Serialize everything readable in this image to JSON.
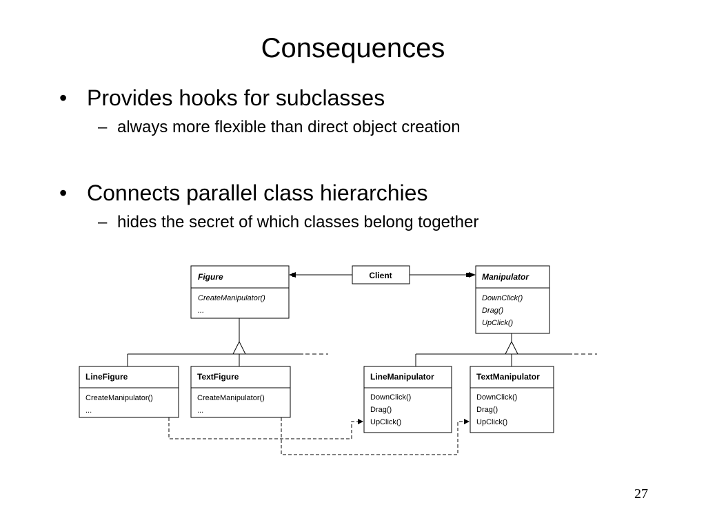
{
  "title": "Consequences",
  "bullets": [
    {
      "text": "Provides hooks for subclasses",
      "sub": "always more flexible than direct object creation"
    },
    {
      "text": "Connects parallel class hierarchies",
      "sub": "hides the secret of which classes belong together"
    }
  ],
  "bullet_marker": "•",
  "sub_marker": "–",
  "diagram": {
    "client": "Client",
    "figure": {
      "name": "Figure",
      "ops": [
        "CreateManipulator()",
        "..."
      ]
    },
    "manipulator": {
      "name": "Manipulator",
      "ops": [
        "DownClick()",
        "Drag()",
        "UpClick()"
      ]
    },
    "line_figure": {
      "name": "LineFigure",
      "ops": [
        "CreateManipulator()",
        "..."
      ]
    },
    "text_figure": {
      "name": "TextFigure",
      "ops": [
        "CreateManipulator()",
        "..."
      ]
    },
    "line_manipulator": {
      "name": "LineManipulator",
      "ops": [
        "DownClick()",
        "Drag()",
        "UpClick()"
      ]
    },
    "text_manipulator": {
      "name": "TextManipulator",
      "ops": [
        "DownClick()",
        "Drag()",
        "UpClick()"
      ]
    }
  },
  "page_number": "27"
}
